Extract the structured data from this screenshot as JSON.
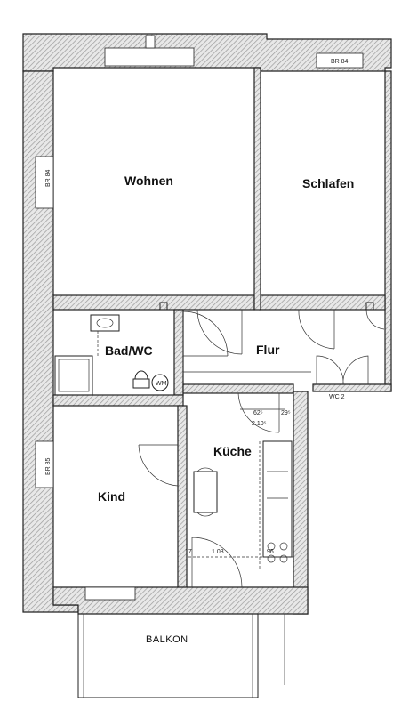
{
  "plan": {
    "rooms": {
      "wohnen": "Wohnen",
      "schlafen": "Schlafen",
      "bad": "Bad/WC",
      "flur": "Flur",
      "kueche": "Küche",
      "kind": "Kind",
      "balkon": "BALKON"
    },
    "annotations": {
      "window_top_right": "BR 84",
      "window_left_upper": "BR 84",
      "window_left_lower": "BR 85",
      "wm": "WM",
      "height_a": "62⁵",
      "height_b": "2.10⁵",
      "dim_k1": "17",
      "dim_k2": "1.03",
      "dim_k3": "96",
      "dim_k4": "29⁵",
      "wc_label": "WC 2"
    }
  }
}
